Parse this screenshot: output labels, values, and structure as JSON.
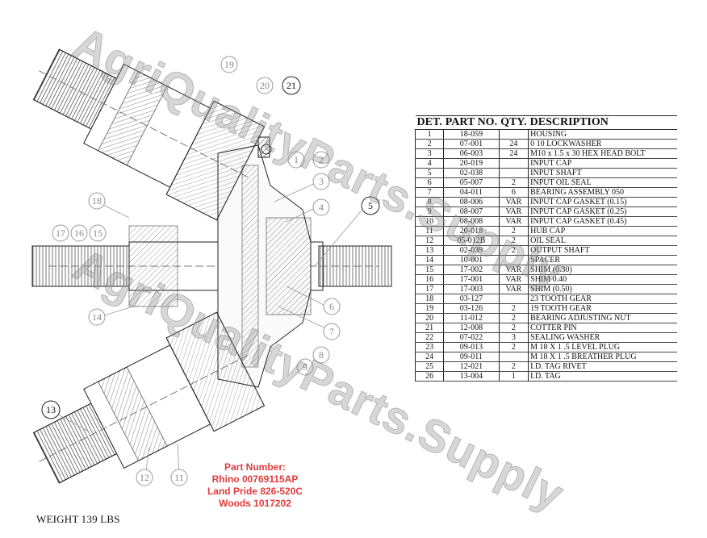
{
  "balloons": [
    "1",
    "2",
    "3",
    "4",
    "5",
    "6",
    "7",
    "8",
    "9",
    "11",
    "12",
    "13",
    "14",
    "15",
    "16",
    "17",
    "18",
    "19",
    "20",
    "21"
  ],
  "table": {
    "headers": [
      "DET.",
      "PART NO.",
      "QTY.",
      "DESCRIPTION"
    ],
    "rows": [
      [
        "1",
        "18-059",
        "",
        "HOUSING"
      ],
      [
        "2",
        "07-001",
        "24",
        "0 10 LOCKWASHER"
      ],
      [
        "3",
        "06-003",
        "24",
        "M10 x 1.5 x 30 HEX HEAD BOLT"
      ],
      [
        "4",
        "20-019",
        "",
        "INPUT CAP"
      ],
      [
        "5",
        "02-038",
        "",
        "INPUT SHAFT"
      ],
      [
        "6",
        "05-007",
        "2",
        "INPUT OIL SEAL"
      ],
      [
        "7",
        "04-011",
        "6",
        "BEARING ASSEMBLY 050"
      ],
      [
        "8",
        "08-006",
        "VAR",
        "INPUT CAP GASKET (0.15)"
      ],
      [
        "9",
        "08-007",
        "VAR",
        "INPUT CAP GASKET (0.25)"
      ],
      [
        "10",
        "08-008",
        "VAR",
        "INPUT CAP GASKET (0.45)"
      ],
      [
        "11",
        "20-018",
        "2",
        "HUB CAP"
      ],
      [
        "12",
        "05-012B",
        "2",
        "OIL SEAL"
      ],
      [
        "13",
        "02-039",
        "2",
        "OUTPUT SHAFT"
      ],
      [
        "14",
        "10-001",
        "",
        "SPACER"
      ],
      [
        "15",
        "17-002",
        "VAR",
        "SHIM (0.30)"
      ],
      [
        "16",
        "17-001",
        "VAR",
        "SHIM 0.40"
      ],
      [
        "17",
        "17-003",
        "VAR",
        "SHIM (0.50)"
      ],
      [
        "18",
        "03-127",
        "",
        "23 TOOTH GEAR"
      ],
      [
        "19",
        "03-126",
        "2",
        "19 TOOTH GEAR"
      ],
      [
        "20",
        "11-012",
        "2",
        "BEARING ADJUSTING NUT"
      ],
      [
        "21",
        "12-008",
        "2",
        "COTTER PIN"
      ],
      [
        "22",
        "07-022",
        "3",
        "SEALING WASHER"
      ],
      [
        "23",
        "09-013",
        "2",
        "M 18 X 1 .5 LEVEL PLUG"
      ],
      [
        "24",
        "09-011",
        "",
        "M 18 X 1 .5 BREATHER PLUG"
      ],
      [
        "25",
        "12-021",
        "2",
        "I.D. TAG RIVET"
      ],
      [
        "26",
        "13-004",
        "1",
        "I.D. TAG"
      ]
    ]
  },
  "weight": "WEIGHT 139 LBS",
  "part_number": {
    "title": "Part Number:",
    "lines": [
      "Rhino 00769115AP",
      "Land Pride 826-520C",
      "Woods 1017202"
    ]
  },
  "watermark": "AgriQualityParts.Supply",
  "colors": {
    "part_number": "#e23b3b",
    "watermark": "#969696"
  }
}
